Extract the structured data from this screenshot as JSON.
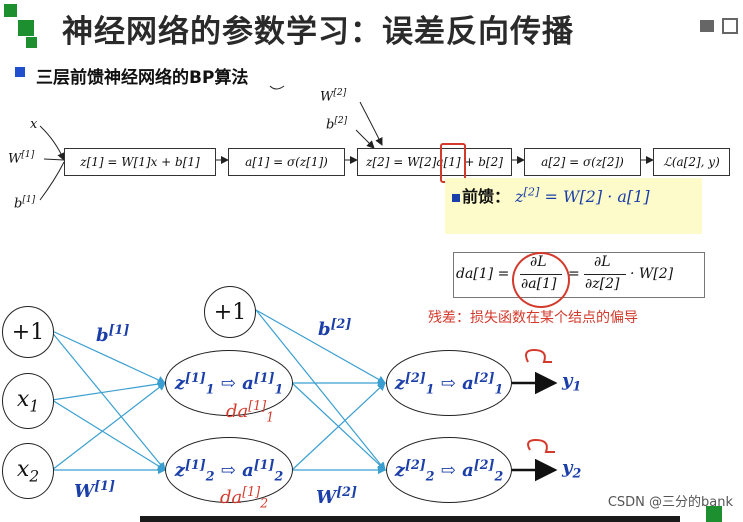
{
  "header": {
    "title": "神经网络的参数学习：误差反向传播",
    "subtitle": "三层前馈神经网络的BP算法"
  },
  "forward_chain": {
    "inputs": {
      "x": "x",
      "w1": "W",
      "w1_sup": "[1]",
      "b1": "b",
      "b1_sup": "[1]"
    },
    "top_inputs": {
      "w2": "W",
      "w2_sup": "[2]",
      "b2": "b",
      "b2_sup": "[2]"
    },
    "boxes": [
      "z[1] = W[1]x + b[1]",
      "a[1] = σ(z[1])",
      "z[2] = W[2]a[1] + b[2]",
      "a[2] = σ(z[2])",
      "ℒ(a[2], y)"
    ]
  },
  "feedforward_note": {
    "label": "前馈：",
    "formula_lhs": "z",
    "formula_sup": "[2]",
    "formula_rhs": "= W[2] · a[1]"
  },
  "backprop_eq": {
    "lhs": "da[1] =",
    "frac1_num": "∂L",
    "frac1_den": "∂a[1]",
    "eq": "=",
    "frac2_num": "∂L",
    "frac2_den": "∂z[2]",
    "tail": "· W[2]"
  },
  "residual_note": "残差：损失函数在某个结点的偏导",
  "network": {
    "inputs": [
      "+1",
      "x",
      "x"
    ],
    "input_subs": [
      "",
      "1",
      "2"
    ],
    "bias2": "+1",
    "hidden": [
      {
        "z": "z",
        "zsup": "[1]",
        "zsub": "1",
        "a": "a",
        "asup": "[1]",
        "asub": "1",
        "da": "da",
        "dasup": "[1]",
        "dasub": "1"
      },
      {
        "z": "z",
        "zsup": "[1]",
        "zsub": "2",
        "a": "a",
        "asup": "[1]",
        "asub": "2",
        "da": "da",
        "dasup": "[1]",
        "dasub": "2"
      }
    ],
    "output": [
      {
        "z": "z",
        "zsup": "[2]",
        "zsub": "1",
        "a": "a",
        "asup": "[2]",
        "asub": "1",
        "y": "y",
        "ysub": "1"
      },
      {
        "z": "z",
        "zsup": "[2]",
        "zsub": "2",
        "a": "a",
        "asup": "[2]",
        "asub": "2",
        "y": "y",
        "ysub": "2"
      }
    ],
    "b1_label": "b",
    "b1_sup": "[1]",
    "b2_label": "b",
    "b2_sup": "[2]",
    "w1_label": "W",
    "w1_sup": "[1]",
    "w2_label": "W",
    "w2_sup": "[2]"
  },
  "watermark": "CSDN @三分的bank",
  "colors": {
    "blue": "#1b3fa8",
    "red": "#d33a2c",
    "green": "#1d8f2f",
    "edge": "#3a9fd0",
    "yellow": "#fdfbc9"
  }
}
